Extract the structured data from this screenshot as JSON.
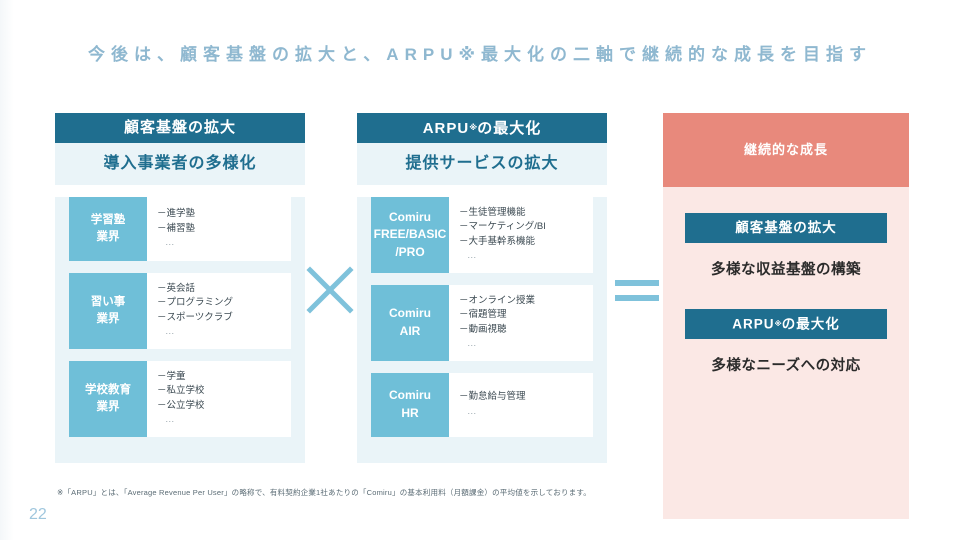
{
  "slide": {
    "page_number": "22",
    "title": "今後は、顧客基盤の拡大と、ARPU※最大化の二軸で継続的な成長を目指す",
    "footnote": "※「ARPU」とは、「Average Revenue Per User」の略称で、有料契約企業1社あたりの「Comiru」の基本利用料（月額課金）の平均値を示しております。"
  },
  "colors": {
    "dark_teal": "#1F6E8F",
    "light_blue": "#6FBFD8",
    "pale_blue_bg": "#EAF4F8",
    "coral": "#E8897C",
    "pale_coral_bg": "#FBE8E5",
    "title_blue": "#8FB8D0",
    "page_number_blue": "#9FC6DD"
  },
  "columns": {
    "left": {
      "header": "顧客基盤の拡大",
      "subtitle": "導入事業者の多様化",
      "cards": [
        {
          "label_line1": "学習塾",
          "label_line2": "業界",
          "items": [
            "－進学塾",
            "－補習塾"
          ],
          "ellipsis": "…"
        },
        {
          "label_line1": "習い事",
          "label_line2": "業界",
          "items": [
            "－英会話",
            "－プログラミング",
            "－スポーツクラブ"
          ],
          "ellipsis": "…"
        },
        {
          "label_line1": "学校教育",
          "label_line2": "業界",
          "items": [
            "－学童",
            "－私立学校",
            "－公立学校"
          ],
          "ellipsis": "…"
        }
      ]
    },
    "middle": {
      "header_text": "ARPU",
      "header_mark": "※",
      "header_suffix": "の最大化",
      "subtitle": "提供サービスの拡大",
      "cards": [
        {
          "label_line1": "Comiru",
          "label_line2": "FREE/BASIC",
          "label_line3": "/PRO",
          "items": [
            "－生徒管理機能",
            "－マーケティング/BI",
            "－大手基幹系機能"
          ],
          "ellipsis": "…"
        },
        {
          "label_line1": "Comiru",
          "label_line2": "AIR",
          "items": [
            "－オンライン授業",
            "－宿題管理",
            "－動画視聴"
          ],
          "ellipsis": "…"
        },
        {
          "label_line1": "Comiru",
          "label_line2": "HR",
          "items": [
            "－勤怠給与管理"
          ],
          "ellipsis": "…"
        }
      ]
    },
    "right": {
      "header": "継続的な成長",
      "blocks": [
        {
          "pill": "顧客基盤の拡大",
          "pill_mark": "",
          "caption": "多様な収益基盤の構築"
        },
        {
          "pill": "ARPU",
          "pill_mark": "※",
          "pill_suffix": "の最大化",
          "caption": "多様なニーズへの対応"
        }
      ]
    }
  },
  "operators": {
    "multiply": "×",
    "equals": "="
  }
}
